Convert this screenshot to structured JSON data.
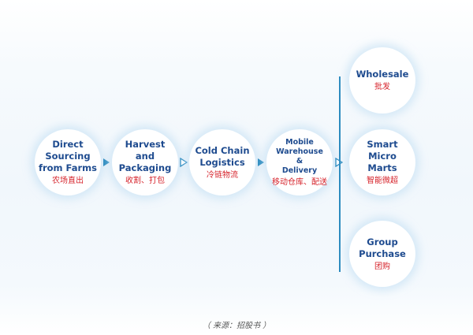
{
  "steps": [
    {
      "title": "Direct\nSourcing\nfrom Farms",
      "subtitle": "农场直出"
    },
    {
      "title": "Harvest\nand\nPackaging",
      "subtitle": "收割、打包"
    },
    {
      "title": "Cold Chain\nLogistics",
      "subtitle": "冷链物流"
    },
    {
      "title": "Mobile\nWarehouse\n&\nDelivery",
      "subtitle": "移动仓库、配送"
    }
  ],
  "outlets": [
    {
      "title": "Wholesale",
      "subtitle": "批发"
    },
    {
      "title": "Smart\nMicro\nMarts",
      "subtitle": "智能微超"
    },
    {
      "title": "Group\nPurchase",
      "subtitle": "团购"
    }
  ],
  "source_caption": "（ 来源：招股书 ）",
  "colors": {
    "title": "#1e4b8f",
    "subtitle": "#d6232b",
    "connector": "#2c8bbf",
    "glow": "#bedcf2"
  }
}
